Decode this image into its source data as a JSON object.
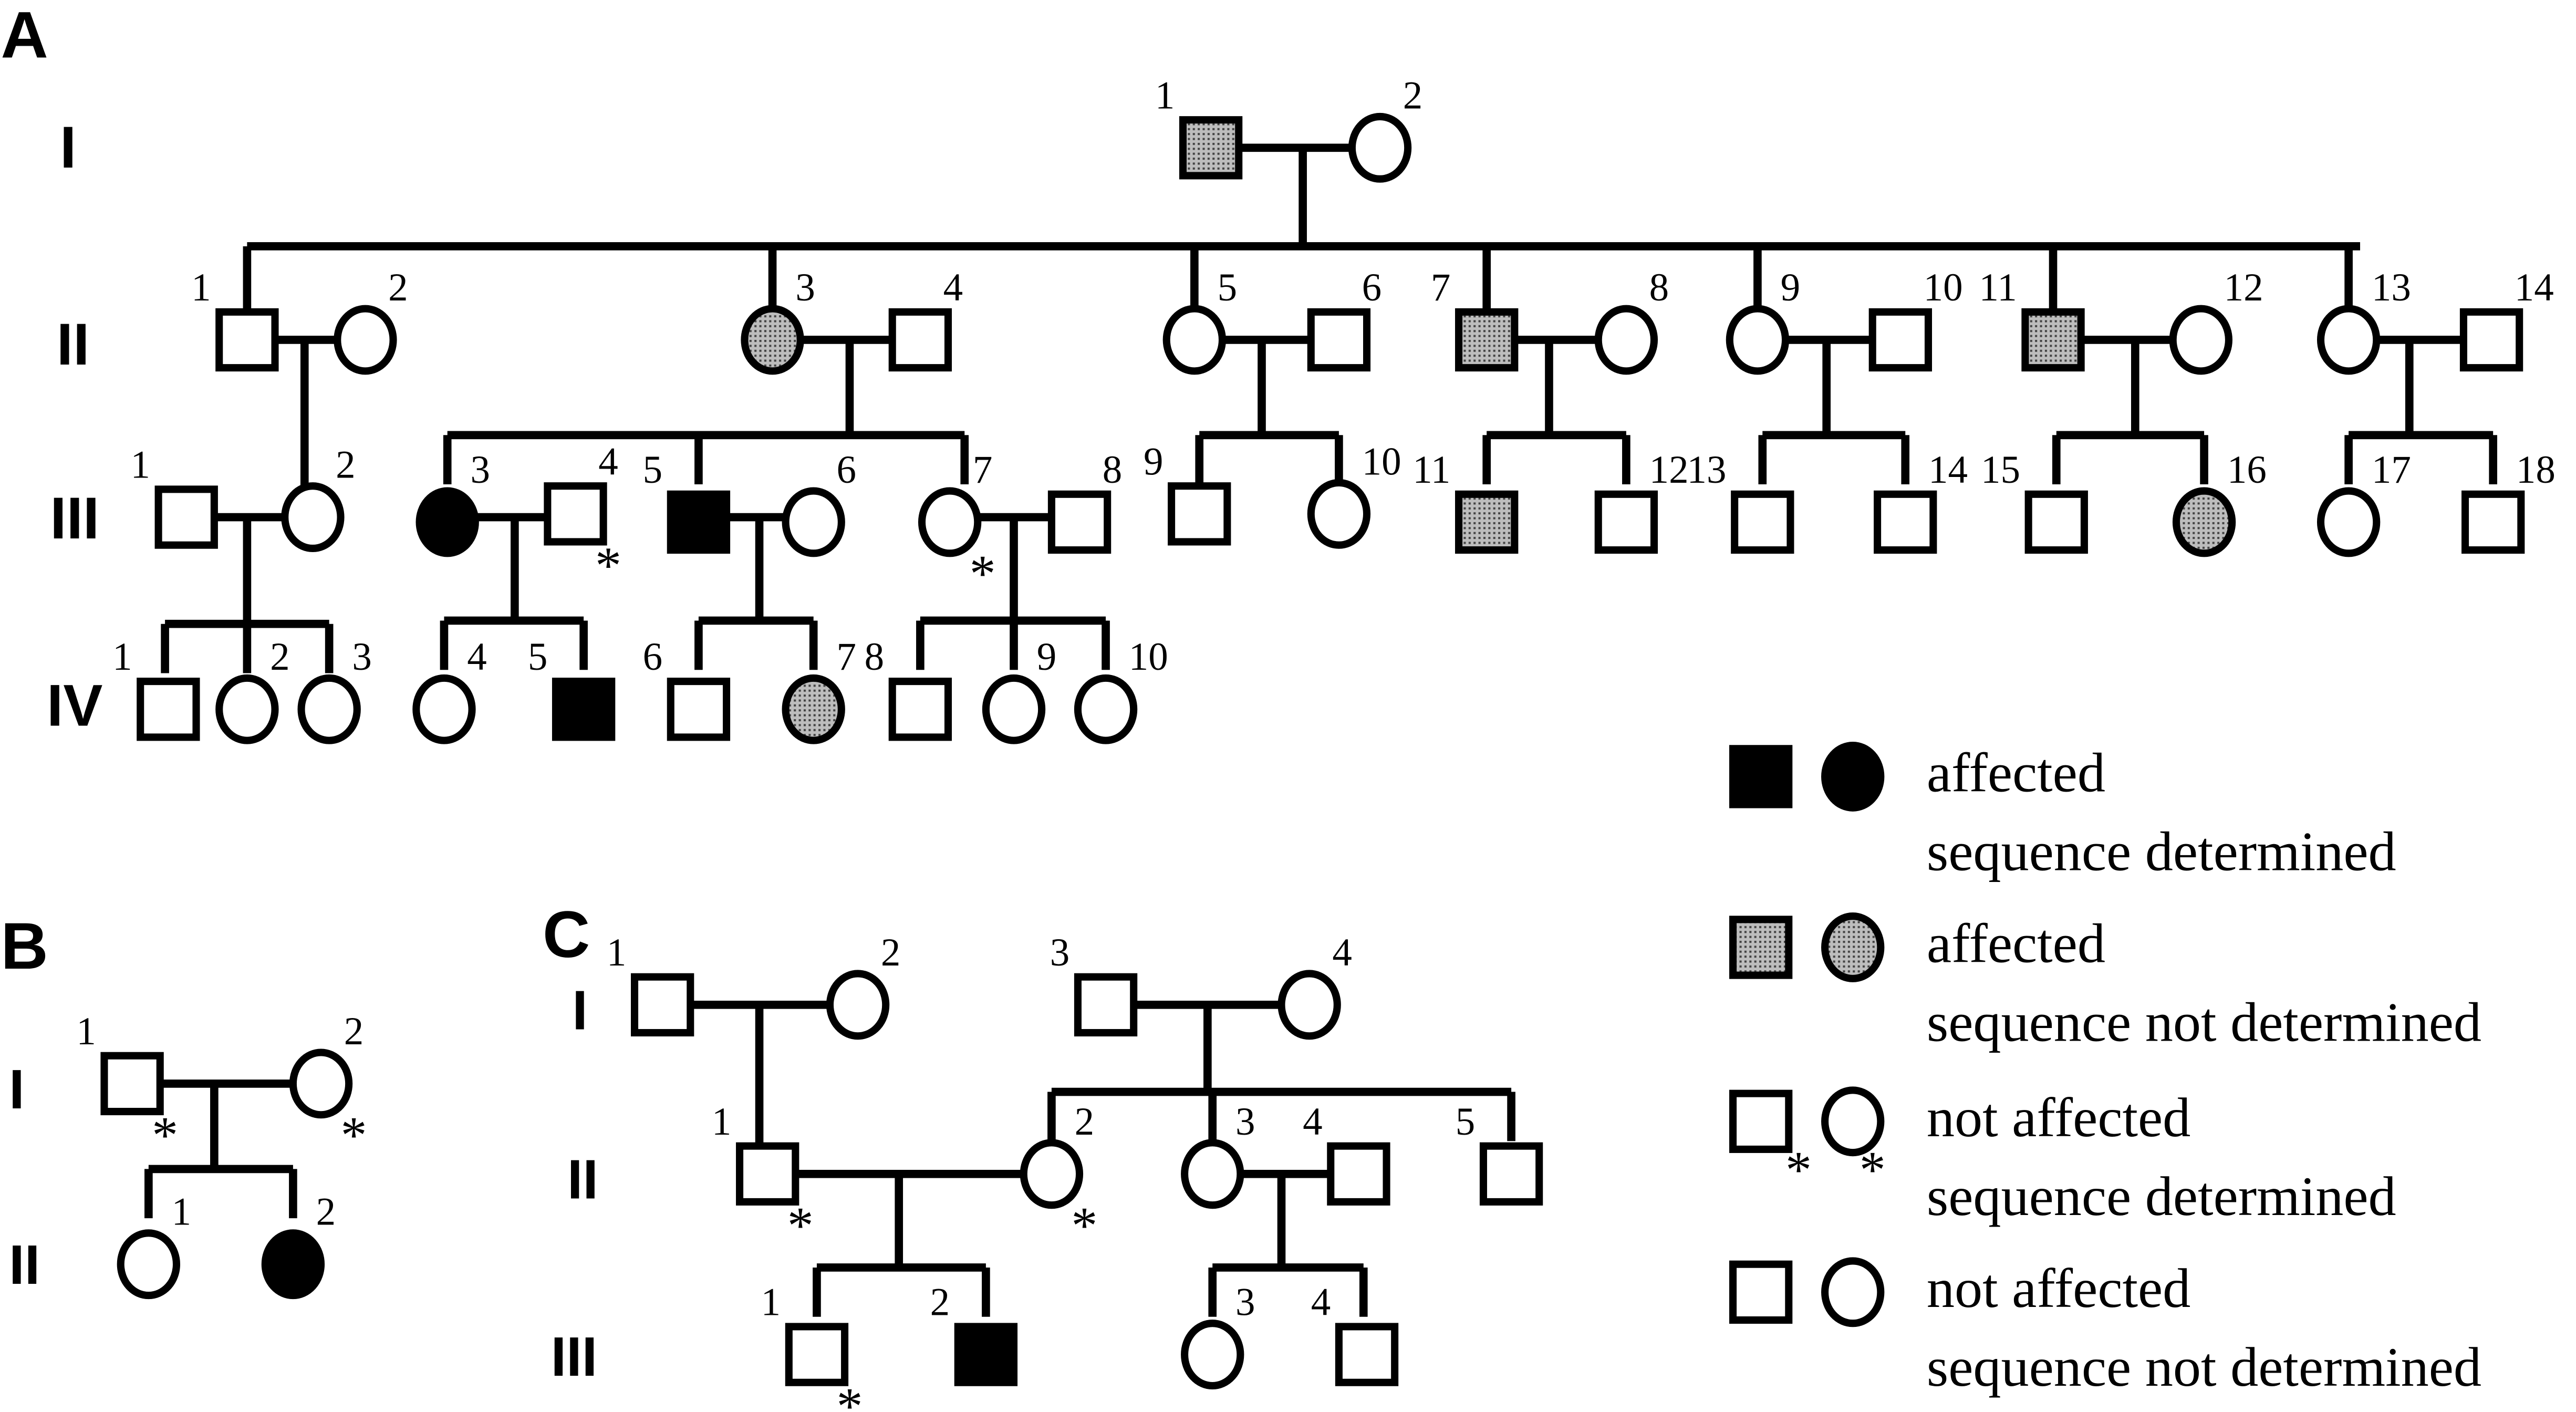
{
  "panels": {
    "A": "A",
    "B": "B",
    "C": "C"
  },
  "generations": {
    "I": "I",
    "II": "II",
    "III": "III",
    "IV": "IV"
  },
  "asterisk": "*",
  "colors": {
    "affected": "#000000",
    "not_sequenced_affected": "#9a9a9a",
    "unaffected": "#ffffff"
  },
  "pedigree_A": [
    {
      "id": "A-I-1",
      "label": "1",
      "sex": "male",
      "status": "affected-unsequenced"
    },
    {
      "id": "A-I-2",
      "label": "2",
      "sex": "female",
      "status": "unaffected"
    },
    {
      "id": "A-II-1",
      "label": "1",
      "sex": "male",
      "status": "unaffected"
    },
    {
      "id": "A-II-2",
      "label": "2",
      "sex": "female",
      "status": "unaffected"
    },
    {
      "id": "A-II-3",
      "label": "3",
      "sex": "female",
      "status": "affected-unsequenced"
    },
    {
      "id": "A-II-4",
      "label": "4",
      "sex": "male",
      "status": "unaffected"
    },
    {
      "id": "A-II-5",
      "label": "5",
      "sex": "female",
      "status": "unaffected"
    },
    {
      "id": "A-II-6",
      "label": "6",
      "sex": "male",
      "status": "unaffected"
    },
    {
      "id": "A-II-7",
      "label": "7",
      "sex": "male",
      "status": "affected-unsequenced"
    },
    {
      "id": "A-II-8",
      "label": "8",
      "sex": "female",
      "status": "unaffected"
    },
    {
      "id": "A-II-9",
      "label": "9",
      "sex": "female",
      "status": "unaffected"
    },
    {
      "id": "A-II-10",
      "label": "10",
      "sex": "male",
      "status": "unaffected"
    },
    {
      "id": "A-II-11",
      "label": "11",
      "sex": "male",
      "status": "affected-unsequenced"
    },
    {
      "id": "A-II-12",
      "label": "12",
      "sex": "female",
      "status": "unaffected"
    },
    {
      "id": "A-II-13",
      "label": "13",
      "sex": "female",
      "status": "unaffected"
    },
    {
      "id": "A-II-14",
      "label": "14",
      "sex": "male",
      "status": "unaffected"
    },
    {
      "id": "A-III-1",
      "label": "1",
      "sex": "male",
      "status": "unaffected"
    },
    {
      "id": "A-III-2",
      "label": "2",
      "sex": "female",
      "status": "unaffected"
    },
    {
      "id": "A-III-3",
      "label": "3",
      "sex": "female",
      "status": "affected-sequenced"
    },
    {
      "id": "A-III-4",
      "label": "4",
      "sex": "male",
      "status": "unaffected",
      "asterisk": true
    },
    {
      "id": "A-III-5",
      "label": "5",
      "sex": "male",
      "status": "affected-sequenced"
    },
    {
      "id": "A-III-6",
      "label": "6",
      "sex": "female",
      "status": "unaffected"
    },
    {
      "id": "A-III-7",
      "label": "7",
      "sex": "female",
      "status": "unaffected",
      "asterisk": true
    },
    {
      "id": "A-III-8",
      "label": "8",
      "sex": "male",
      "status": "unaffected"
    },
    {
      "id": "A-III-9",
      "label": "9",
      "sex": "male",
      "status": "unaffected"
    },
    {
      "id": "A-III-10",
      "label": "10",
      "sex": "female",
      "status": "unaffected"
    },
    {
      "id": "A-III-11",
      "label": "11",
      "sex": "male",
      "status": "affected-unsequenced"
    },
    {
      "id": "A-III-12",
      "label": "12",
      "sex": "male",
      "status": "unaffected"
    },
    {
      "id": "A-III-13",
      "label": "13",
      "sex": "male",
      "status": "unaffected"
    },
    {
      "id": "A-III-14",
      "label": "14",
      "sex": "male",
      "status": "unaffected"
    },
    {
      "id": "A-III-15",
      "label": "15",
      "sex": "male",
      "status": "unaffected"
    },
    {
      "id": "A-III-16",
      "label": "16",
      "sex": "female",
      "status": "affected-unsequenced"
    },
    {
      "id": "A-III-17",
      "label": "17",
      "sex": "female",
      "status": "unaffected"
    },
    {
      "id": "A-III-18",
      "label": "18",
      "sex": "male",
      "status": "unaffected"
    },
    {
      "id": "A-IV-1",
      "label": "1",
      "sex": "male",
      "status": "unaffected"
    },
    {
      "id": "A-IV-2",
      "label": "2",
      "sex": "female",
      "status": "unaffected"
    },
    {
      "id": "A-IV-3",
      "label": "3",
      "sex": "female",
      "status": "unaffected"
    },
    {
      "id": "A-IV-4",
      "label": "4",
      "sex": "female",
      "status": "unaffected"
    },
    {
      "id": "A-IV-5",
      "label": "5",
      "sex": "male",
      "status": "affected-sequenced"
    },
    {
      "id": "A-IV-6",
      "label": "6",
      "sex": "male",
      "status": "unaffected"
    },
    {
      "id": "A-IV-7",
      "label": "7",
      "sex": "female",
      "status": "affected-unsequenced"
    },
    {
      "id": "A-IV-8",
      "label": "8",
      "sex": "male",
      "status": "unaffected"
    },
    {
      "id": "A-IV-9",
      "label": "9",
      "sex": "female",
      "status": "unaffected"
    },
    {
      "id": "A-IV-10",
      "label": "10",
      "sex": "female",
      "status": "unaffected"
    }
  ],
  "pedigree_B": [
    {
      "id": "B-I-1",
      "label": "1",
      "sex": "male",
      "status": "unaffected",
      "asterisk": true
    },
    {
      "id": "B-I-2",
      "label": "2",
      "sex": "female",
      "status": "unaffected",
      "asterisk": true
    },
    {
      "id": "B-II-1",
      "label": "1",
      "sex": "female",
      "status": "unaffected"
    },
    {
      "id": "B-II-2",
      "label": "2",
      "sex": "female",
      "status": "affected-sequenced"
    }
  ],
  "pedigree_C": [
    {
      "id": "C-I-1",
      "label": "1",
      "sex": "male",
      "status": "unaffected"
    },
    {
      "id": "C-I-2",
      "label": "2",
      "sex": "female",
      "status": "unaffected"
    },
    {
      "id": "C-I-3",
      "label": "3",
      "sex": "male",
      "status": "unaffected"
    },
    {
      "id": "C-I-4",
      "label": "4",
      "sex": "female",
      "status": "unaffected"
    },
    {
      "id": "C-II-1",
      "label": "1",
      "sex": "male",
      "status": "unaffected",
      "asterisk": true
    },
    {
      "id": "C-II-2",
      "label": "2",
      "sex": "female",
      "status": "unaffected",
      "asterisk": true
    },
    {
      "id": "C-II-3",
      "label": "3",
      "sex": "female",
      "status": "unaffected"
    },
    {
      "id": "C-II-4",
      "label": "4",
      "sex": "male",
      "status": "unaffected"
    },
    {
      "id": "C-II-5",
      "label": "5",
      "sex": "male",
      "status": "unaffected"
    },
    {
      "id": "C-III-1",
      "label": "1",
      "sex": "male",
      "status": "unaffected",
      "asterisk": true
    },
    {
      "id": "C-III-2",
      "label": "2",
      "sex": "male",
      "status": "affected-sequenced"
    },
    {
      "id": "C-III-3",
      "label": "3",
      "sex": "female",
      "status": "unaffected"
    },
    {
      "id": "C-III-4",
      "label": "4",
      "sex": "male",
      "status": "unaffected"
    }
  ],
  "legend": [
    {
      "status": "affected-sequenced",
      "line1": "affected",
      "line2": "sequence determined"
    },
    {
      "status": "affected-unsequenced",
      "line1": "affected",
      "line2": "sequence not determined"
    },
    {
      "status": "unaffected",
      "asterisk": true,
      "line1": "not affected",
      "line2": "sequence determined"
    },
    {
      "status": "unaffected",
      "line1": "not affected",
      "line2": "sequence not determined"
    }
  ]
}
